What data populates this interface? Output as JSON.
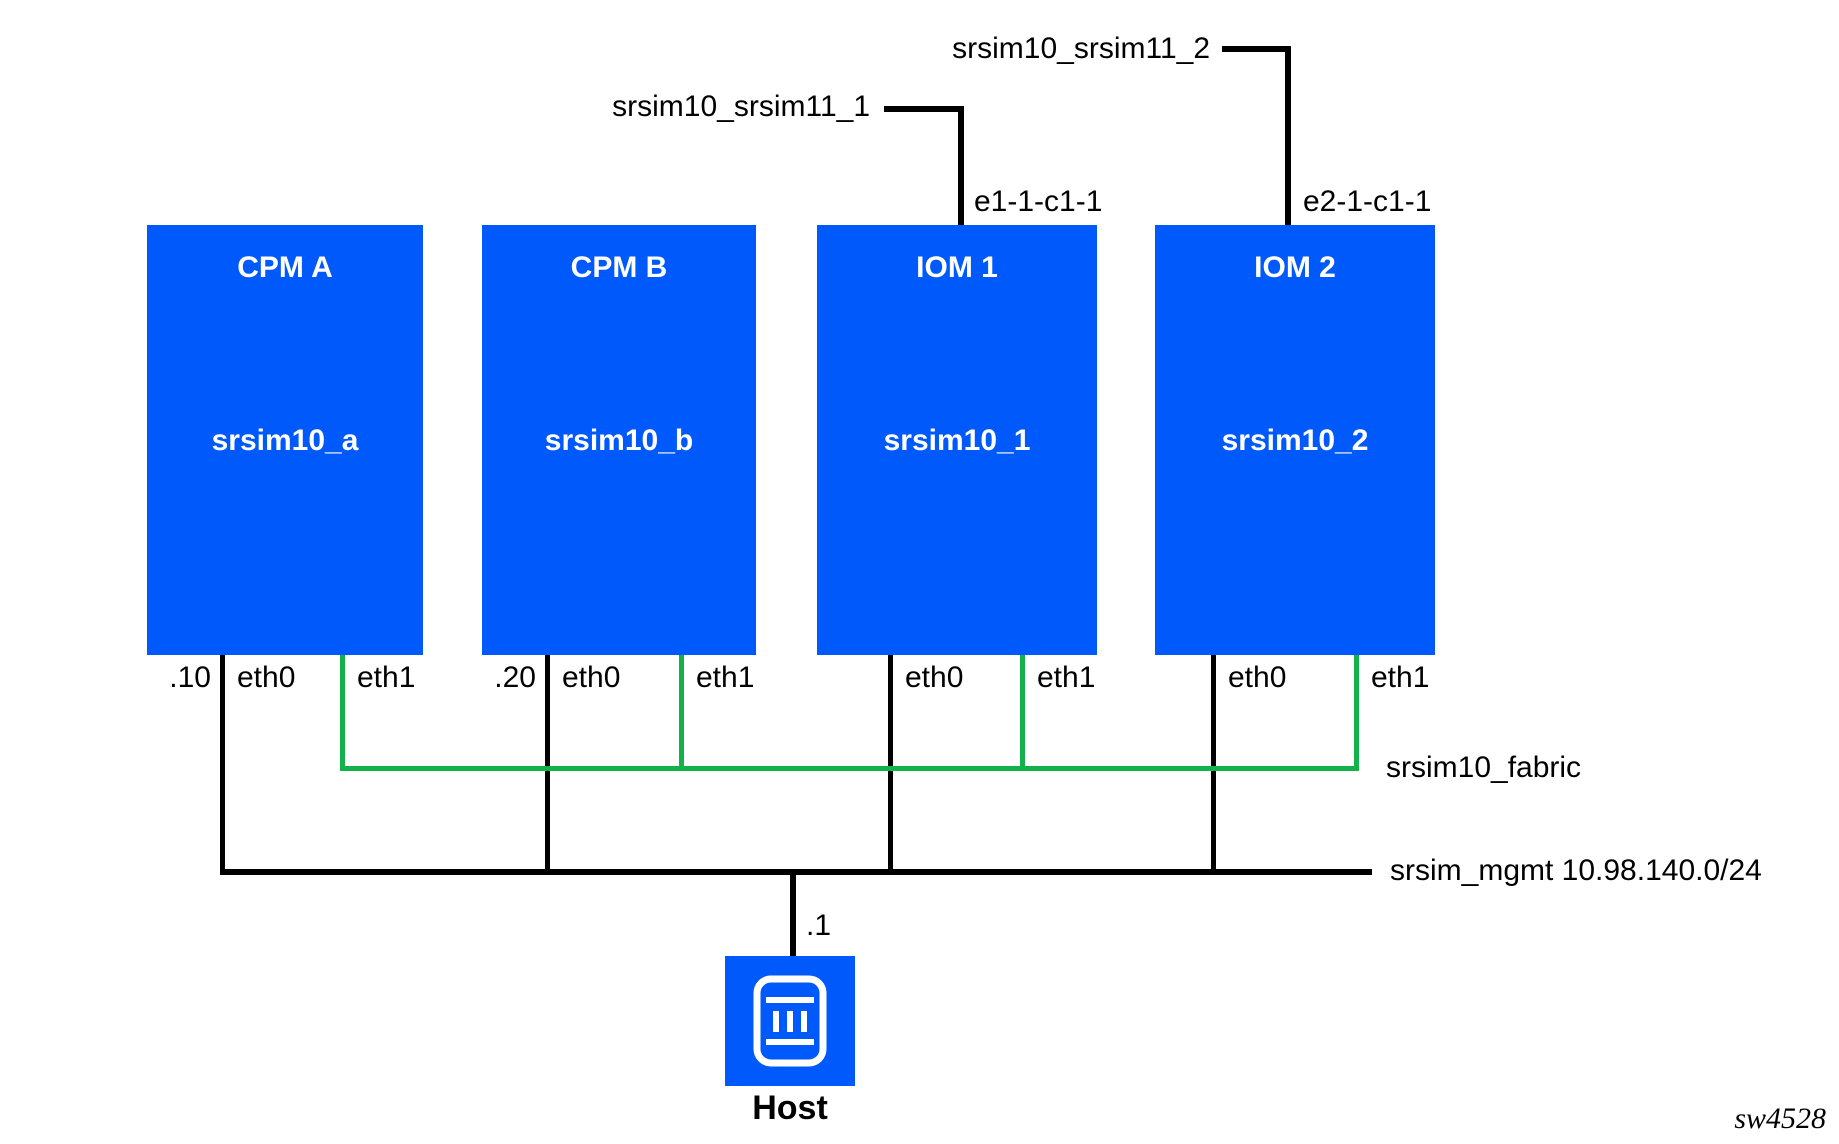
{
  "colors": {
    "node_blue": "#0059fa",
    "fabric_green": "#12b14a",
    "line_black": "#000000"
  },
  "diagram": {
    "nodes": [
      {
        "title": "CPM A",
        "name": "srsim10_a",
        "ip": ".10",
        "eth0_label": "eth0",
        "eth1_label": "eth1"
      },
      {
        "title": "CPM B",
        "name": "srsim10_b",
        "ip": ".20",
        "eth0_label": "eth0",
        "eth1_label": "eth1"
      },
      {
        "title": "IOM 1",
        "name": "srsim10_1",
        "eth0_label": "eth0",
        "eth1_label": "eth1",
        "uplink_label": "srsim10_srsim11_1",
        "port_label": "e1-1-c1-1"
      },
      {
        "title": "IOM 2",
        "name": "srsim10_2",
        "eth0_label": "eth0",
        "eth1_label": "eth1",
        "uplink_label": "srsim10_srsim11_2",
        "port_label": "e2-1-c1-1"
      }
    ],
    "networks": {
      "fabric_label": "srsim10_fabric",
      "mgmt_label": "srsim_mgmt 10.98.140.0/24"
    },
    "host": {
      "ip": ".1",
      "label": "Host"
    },
    "watermark": "sw4528"
  }
}
